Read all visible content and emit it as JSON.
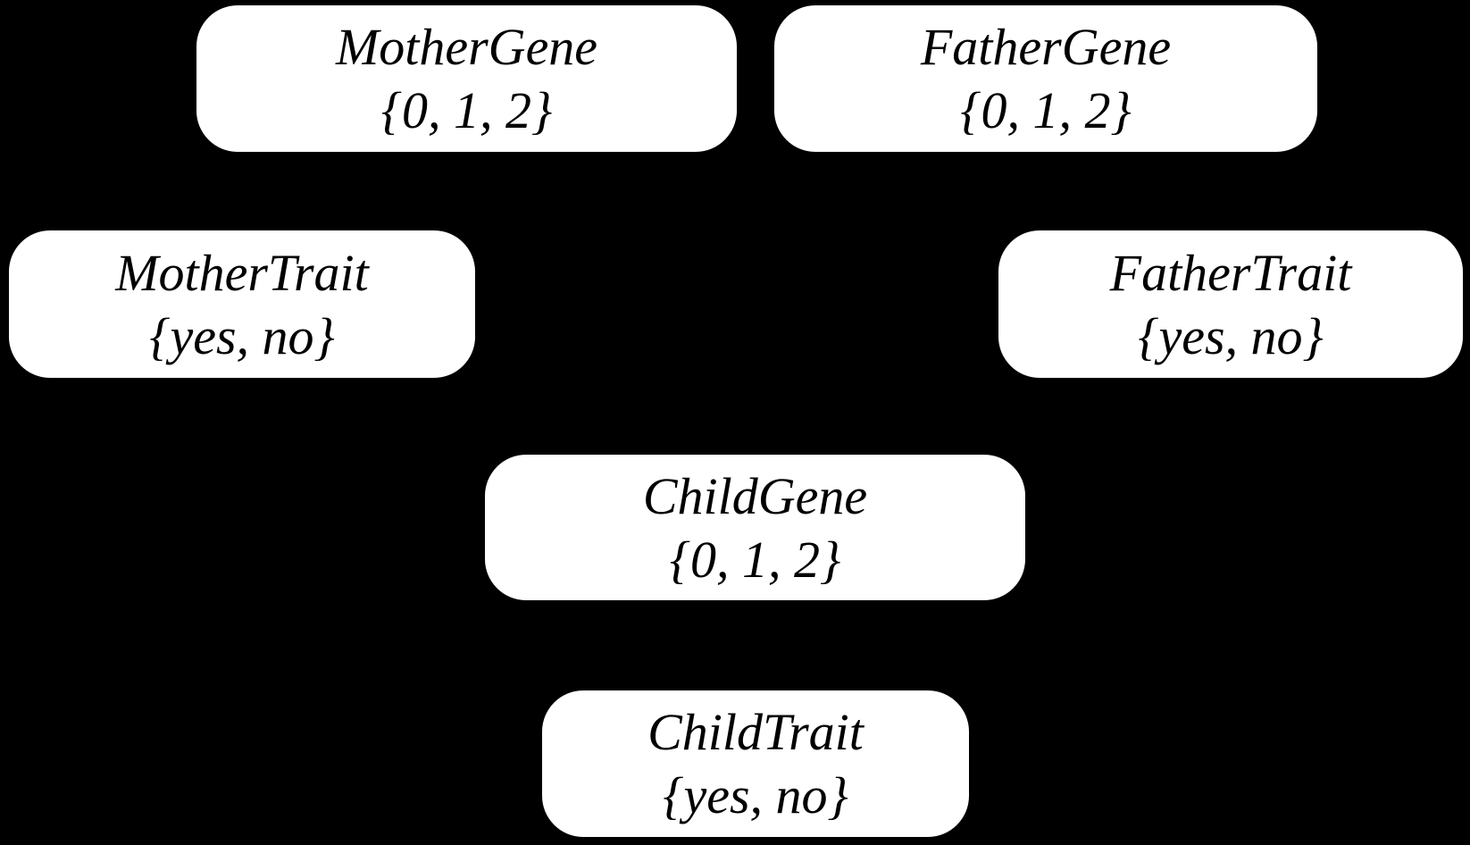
{
  "diagram": {
    "type": "node-diagram",
    "colors": {
      "background": "#000000",
      "node_fill": "#ffffff",
      "node_text": "#000000"
    },
    "nodes": [
      {
        "id": "mother-gene",
        "label": "MotherGene",
        "domain": "{0, 1, 2}"
      },
      {
        "id": "father-gene",
        "label": "FatherGene",
        "domain": "{0, 1, 2}"
      },
      {
        "id": "mother-trait",
        "label": "MotherTrait",
        "domain": "{yes, no}"
      },
      {
        "id": "father-trait",
        "label": "FatherTrait",
        "domain": "{yes, no}"
      },
      {
        "id": "child-gene",
        "label": "ChildGene",
        "domain": "{0, 1, 2}"
      },
      {
        "id": "child-trait",
        "label": "ChildTrait",
        "domain": "{yes, no}"
      }
    ]
  }
}
